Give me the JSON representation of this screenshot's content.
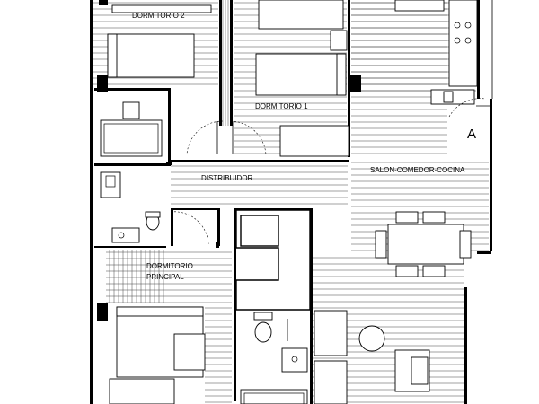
{
  "rooms": {
    "dormitorio_2": "DORMITORIO 2",
    "dormitorio_1": "DORMITORIO 1",
    "distribuidor": "DISTRIBUIDOR",
    "salon": "SALON-COMEDOR-COCINA",
    "principal_line1": "DORMITORIO",
    "principal_line2": "PRINCIPAL"
  },
  "section_mark": "A",
  "colors": {
    "line": "#000000",
    "background": "#ffffff"
  }
}
